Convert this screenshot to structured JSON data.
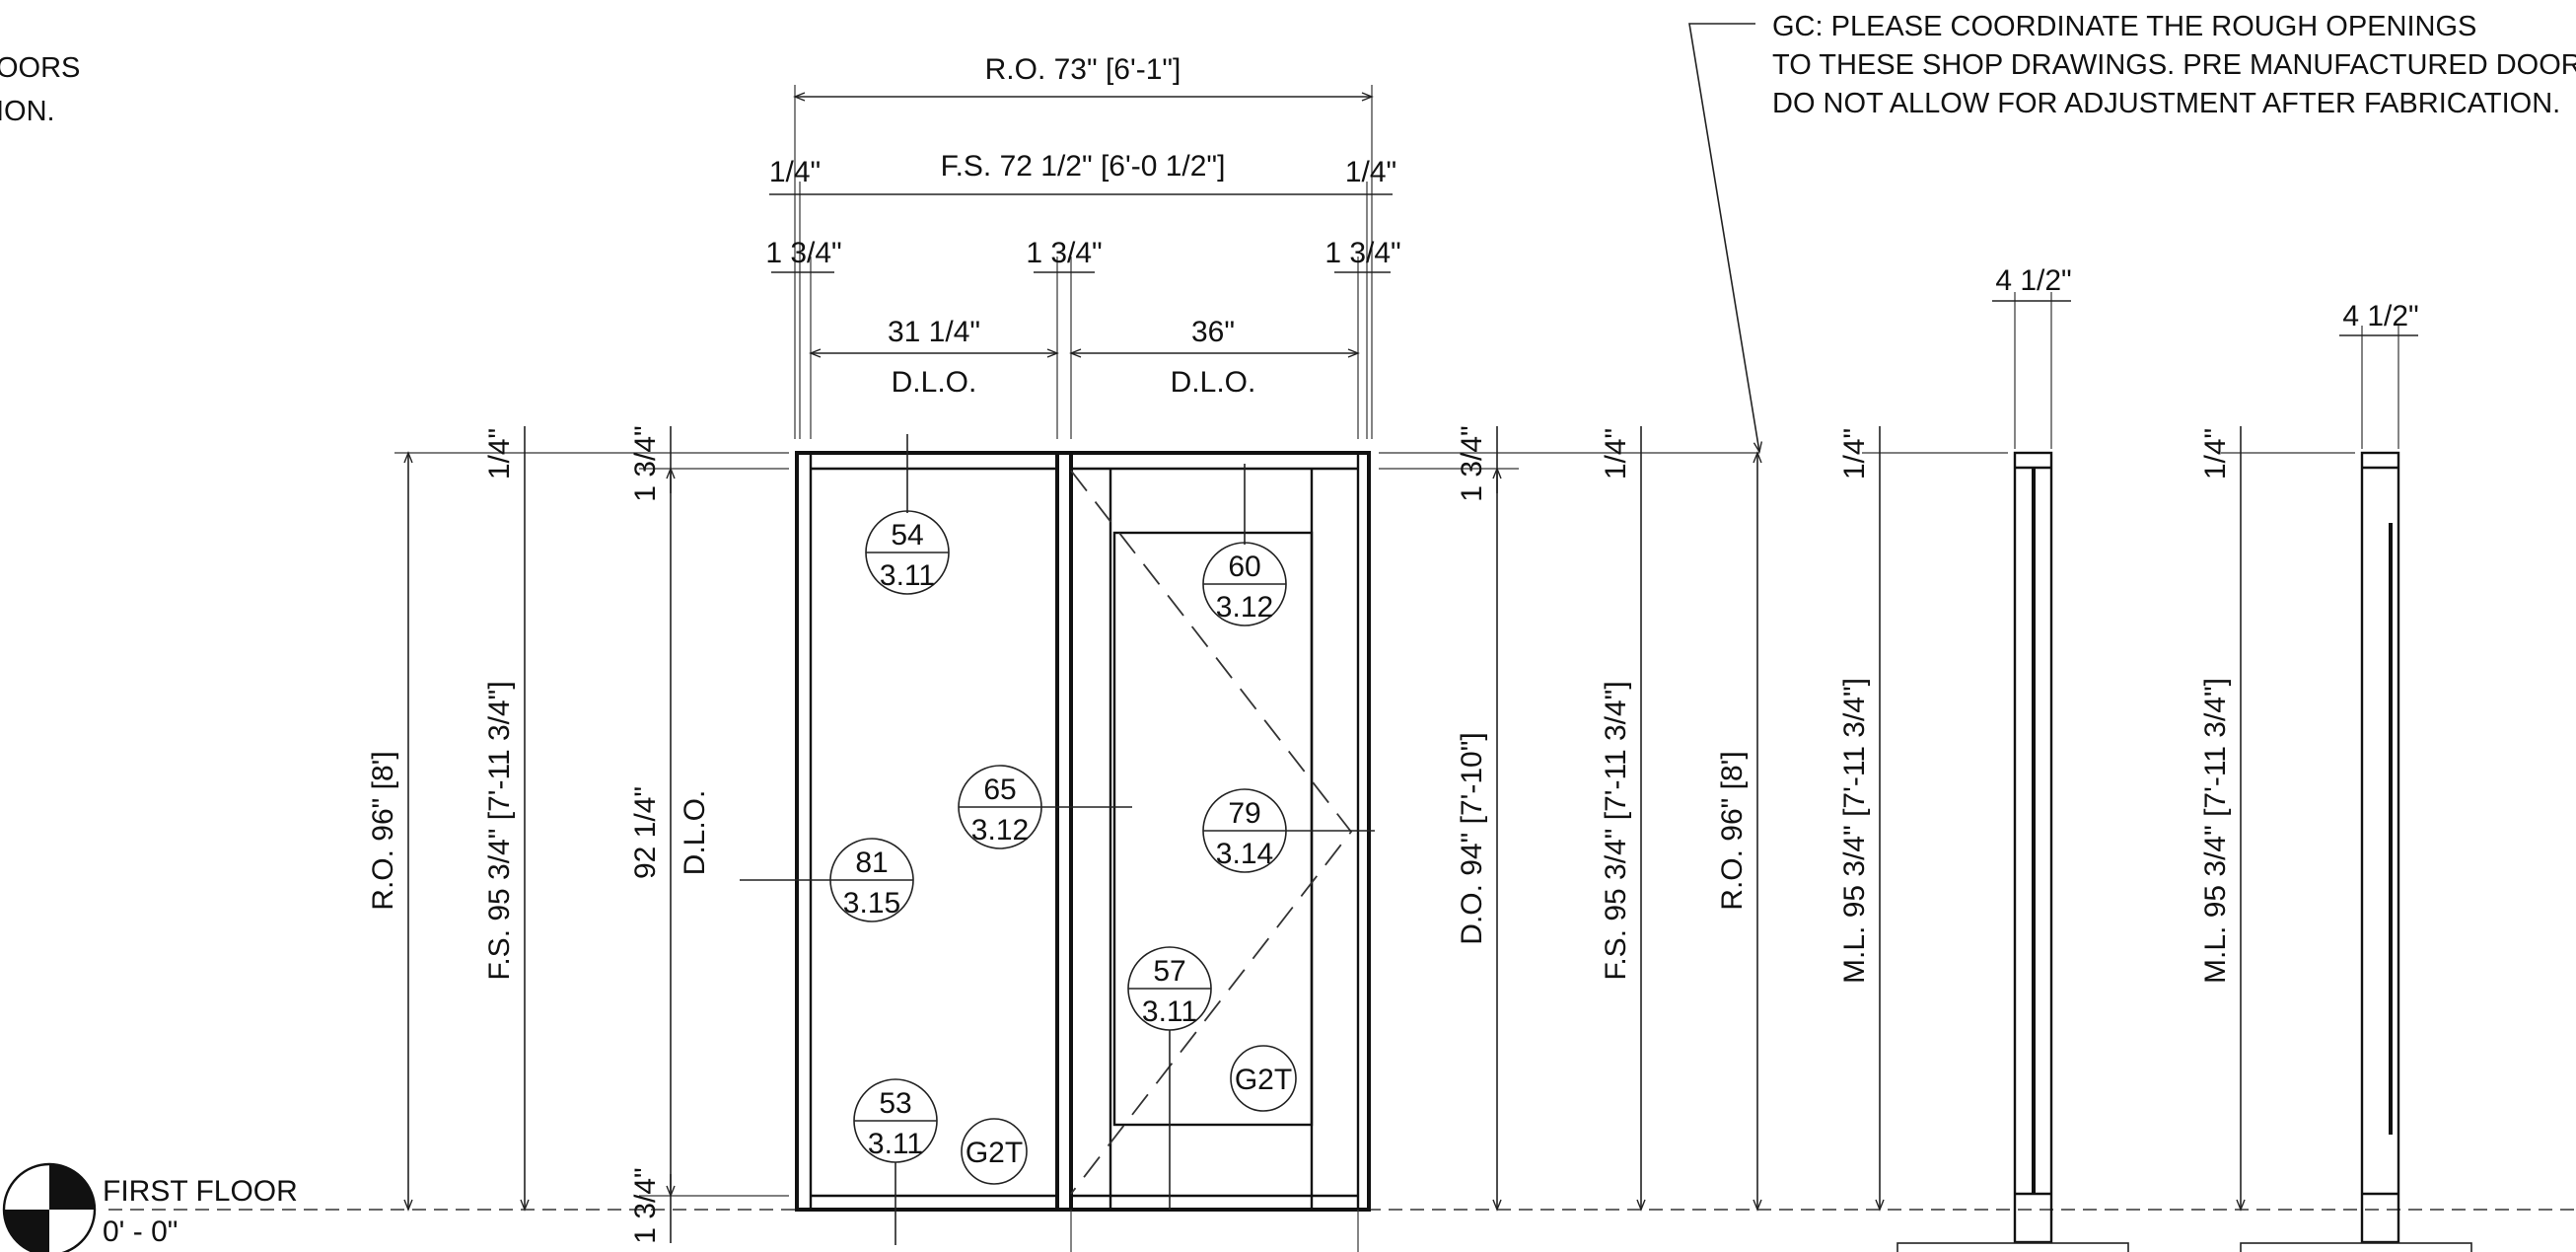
{
  "notes": {
    "left_partial_1": "OORS",
    "left_partial_2": "ION.",
    "gc_line_1": "GC: PLEASE COORDINATE THE ROUGH OPENINGS",
    "gc_line_2": "TO THESE SHOP DRAWINGS. PRE MANUFACTURED DOORS",
    "gc_line_3": "DO NOT ALLOW FOR ADJUSTMENT AFTER FABRICATION."
  },
  "level": {
    "name": "FIRST FLOOR",
    "elevation": "0' - 0\""
  },
  "dimensions": {
    "ro_width": "R.O.  73\" [6'-1\"]",
    "fs_width": "F.S.  72 1/2\" [6'-0 1/2\"]",
    "quarter_left": "1/4\"",
    "quarter_right": "1/4\"",
    "frame_left": "1 3/4\"",
    "frame_mid": "1 3/4\"",
    "frame_right": "1 3/4\"",
    "dlo_left_width": "31 1/4\"",
    "dlo_left_label": "D.L.O.",
    "dlo_right_width": "36\"",
    "dlo_right_label": "D.L.O.",
    "ro_height_left": "R.O.  96\" [8']",
    "fs_height_left": "F.S.  95 3/4\" [7'-11 3/4\"]",
    "quarter_top_left": "1/4\"",
    "frame_top_left": "1 3/4\"",
    "frame_bottom_left": "1 3/4\"",
    "dlo_height": "92 1/4\"",
    "dlo_height_label": "D.L.O.",
    "frame_top_right": "1 3/4\"",
    "do_height": "D.O.  94\" [7'-10\"]",
    "quarter_top_right": "1/4\"",
    "fs_height_right": "F.S.  95 3/4\" [7'-11 3/4\"]",
    "ro_height_right": "R.O.  96\" [8']",
    "section1_width": "4 1/2\"",
    "section1_quarter": "1/4\"",
    "section1_ml": "M.L.  95 3/4\" [7'-11 3/4\"]",
    "section2_width": "4 1/2\"",
    "section2_quarter": "1/4\"",
    "section2_ml": "M.L.  95 3/4\" [7'-11 3/4\"]"
  },
  "callouts": [
    {
      "top": "54",
      "bottom": "3.11"
    },
    {
      "top": "60",
      "bottom": "3.12"
    },
    {
      "top": "65",
      "bottom": "3.12"
    },
    {
      "top": "79",
      "bottom": "3.14"
    },
    {
      "top": "81",
      "bottom": "3.15"
    },
    {
      "top": "57",
      "bottom": "3.11"
    },
    {
      "top": "53",
      "bottom": "3.11"
    }
  ],
  "glass_tags": [
    "G2T",
    "G2T"
  ]
}
